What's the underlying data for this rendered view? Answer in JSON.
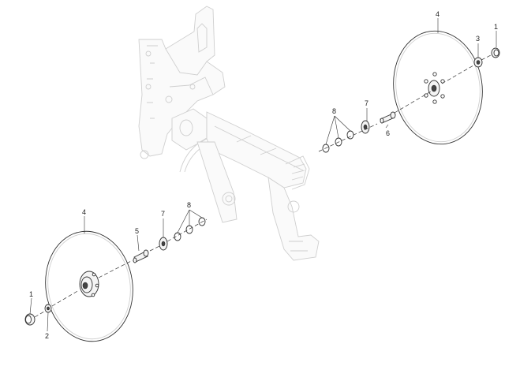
{
  "callouts": {
    "c1_right": "1",
    "c3_right": "3",
    "c4_right": "4",
    "c7_right": "7",
    "c8_right": "8",
    "c6_right": "6",
    "c8_left": "8",
    "c7_left": "7",
    "c4_left": "4",
    "c5_left": "5",
    "c1_left": "1",
    "c2_left": "2"
  },
  "colors": {
    "background": "#ffffff",
    "frame_line": "#cfcfcf",
    "part_line": "#333333"
  }
}
